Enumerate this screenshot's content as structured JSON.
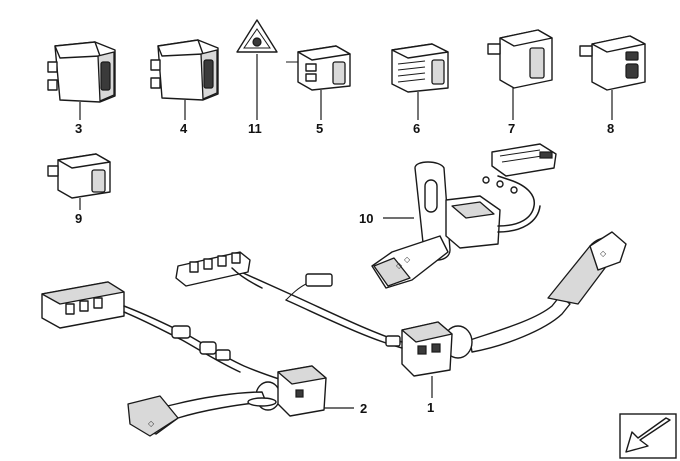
{
  "callouts": [
    {
      "id": "3",
      "label": "3"
    },
    {
      "id": "4",
      "label": "4"
    },
    {
      "id": "11",
      "label": "11"
    },
    {
      "id": "5",
      "label": "5"
    },
    {
      "id": "6",
      "label": "6"
    },
    {
      "id": "7",
      "label": "7"
    },
    {
      "id": "8",
      "label": "8"
    },
    {
      "id": "9",
      "label": "9"
    },
    {
      "id": "10",
      "label": "10"
    },
    {
      "id": "2",
      "label": "2"
    },
    {
      "id": "1",
      "label": "1"
    }
  ],
  "icons": {
    "hazard": "hazard-warning-triangle-icon",
    "nav_arrow": "diagonal-arrow-icon"
  }
}
